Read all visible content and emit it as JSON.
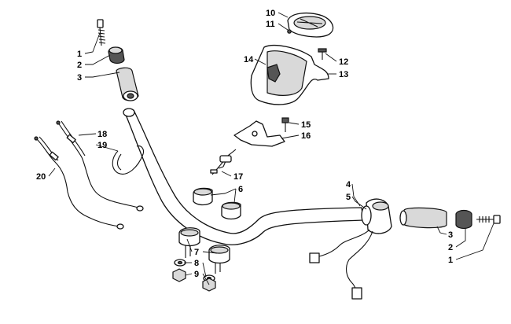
{
  "callouts": {
    "c1a": "1",
    "c2a": "2",
    "c3a": "3",
    "c4": "4",
    "c5": "5",
    "c6": "6",
    "c7": "7",
    "c8": "8",
    "c9": "9",
    "c10": "10",
    "c11": "11",
    "c12": "12",
    "c13": "13",
    "c14": "14",
    "c15": "15",
    "c16": "16",
    "c17": "17",
    "c18": "18",
    "c19": "19",
    "c20": "20",
    "c3b": "3",
    "c2b": "2",
    "c1b": "1"
  },
  "colors": {
    "line": "#111111",
    "fill": "#ffffff",
    "shade": "#d9d9d9"
  }
}
